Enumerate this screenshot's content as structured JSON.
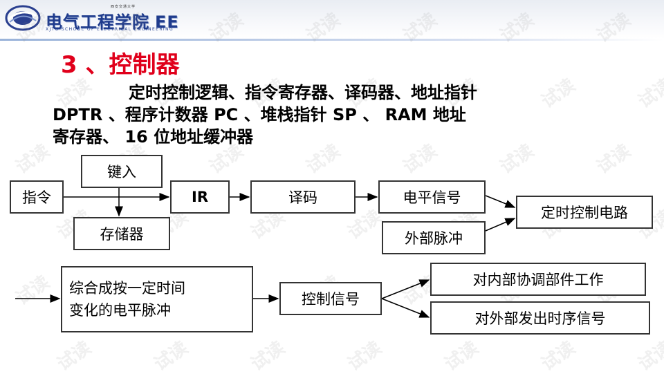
{
  "header": {
    "logo_small_text": "西安交通大学",
    "logo_cn": "电气工程学院",
    "logo_ee": "EE",
    "logo_en": "XJTU SCHOOL OF ELECTRICAL ENGINEERING"
  },
  "watermark": "试读",
  "title": "3 、控制器",
  "paragraph": {
    "line1": "定时控制逻辑、指令寄存器、译码器、地址指针",
    "line2": "DPTR 、程序计数器 PC 、堆栈指针 SP 、 RAM 地址",
    "line3": "寄存器、 16 位地址缓冲器"
  },
  "diagram": {
    "jianru": "键入",
    "zhiling": "指令",
    "cunchuqi": "存储器",
    "ir": "IR",
    "yima": "译码",
    "dianpingxinhao": "电平信号",
    "waibumaichong": "外部脉冲",
    "dingshikongzhidianlu": "定时控制电路",
    "zonghe_line1": "综合成按一定时间",
    "zonghe_line2": "变化的电平脉冲",
    "kongzhixinhao": "控制信号",
    "duineibu": "对内部协调部件工作",
    "duiwaibu": "对外部发出时序信号"
  }
}
